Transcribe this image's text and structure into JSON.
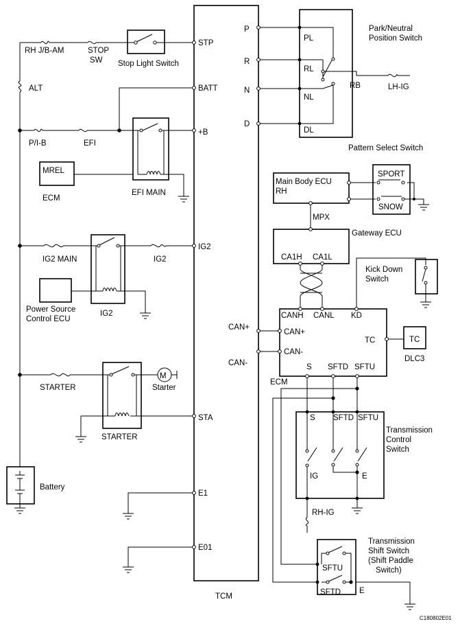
{
  "tcm": {
    "title": "TCM",
    "left_pins": [
      "STP",
      "BATT",
      "+B",
      "IG2",
      "STA",
      "E1",
      "E01"
    ],
    "right_pins": [
      "P",
      "R",
      "N",
      "D",
      "CAN+",
      "CAN-"
    ]
  },
  "left": {
    "fuse_rh_jb_am": "RH J/B-AM",
    "fuse_stop_1": "STOP",
    "fuse_stop_2": "SW",
    "stop_light_switch": "Stop Light Switch",
    "fuse_alt": "ALT",
    "fuse_pib": "P/I-B",
    "fuse_efi": "EFI",
    "mrel": "MREL",
    "ecm": "ECM",
    "efi_main": "EFI MAIN",
    "fuse_ig2_main": "IG2 MAIN",
    "fuse_ig2": "IG2",
    "psc_ecu_1": "Power Source",
    "psc_ecu_2": "Control ECU",
    "relay_ig2": "IG2",
    "fuse_starter": "STARTER",
    "starter_motor": "M",
    "starter_label": "Starter",
    "relay_starter": "STARTER",
    "battery": "Battery"
  },
  "right": {
    "pnp_1": "Park/Neutral",
    "pnp_2": "Position Switch",
    "pl": "PL",
    "rl": "RL",
    "nl": "NL",
    "dl": "DL",
    "rb": "RB",
    "lh_ig": "LH-IG",
    "pattern_select": "Pattern Select Switch",
    "main_body_1": "Main Body ECU",
    "main_body_2": "RH",
    "sport": "SPORT",
    "snow": "SNOW",
    "mpx": "MPX",
    "gateway": "Gateway ECU",
    "ca1h": "CA1H",
    "ca1l": "CA1L",
    "kick_1": "Kick Down",
    "kick_2": "Switch",
    "canh": "CANH",
    "canl": "CANL",
    "kd": "KD",
    "ecm_canp": "CAN+",
    "ecm_canm": "CAN-",
    "tc": "TC",
    "dlc3_tc": "TC",
    "dlc3": "DLC3",
    "ecm_s": "S",
    "ecm_sftd": "SFTD",
    "ecm_sftu": "SFTU",
    "ecm_label": "ECM",
    "tcs_s": "S",
    "tcs_sftd": "SFTD",
    "tcs_sftu": "SFTU",
    "tcs_ig": "IG",
    "tcs_e": "E",
    "tcs_1": "Transmission",
    "tcs_2": "Control",
    "tcs_3": "Switch",
    "rh_ig": "RH-IG",
    "tss_1": "Transmission",
    "tss_2": "Shift Switch",
    "tss_3": "(Shift Paddle",
    "tss_4": "Switch)",
    "tss_sftu": "SFTU",
    "tss_sftd": "SFTD",
    "tss_e": "E"
  },
  "figure_code": "C180802E01"
}
